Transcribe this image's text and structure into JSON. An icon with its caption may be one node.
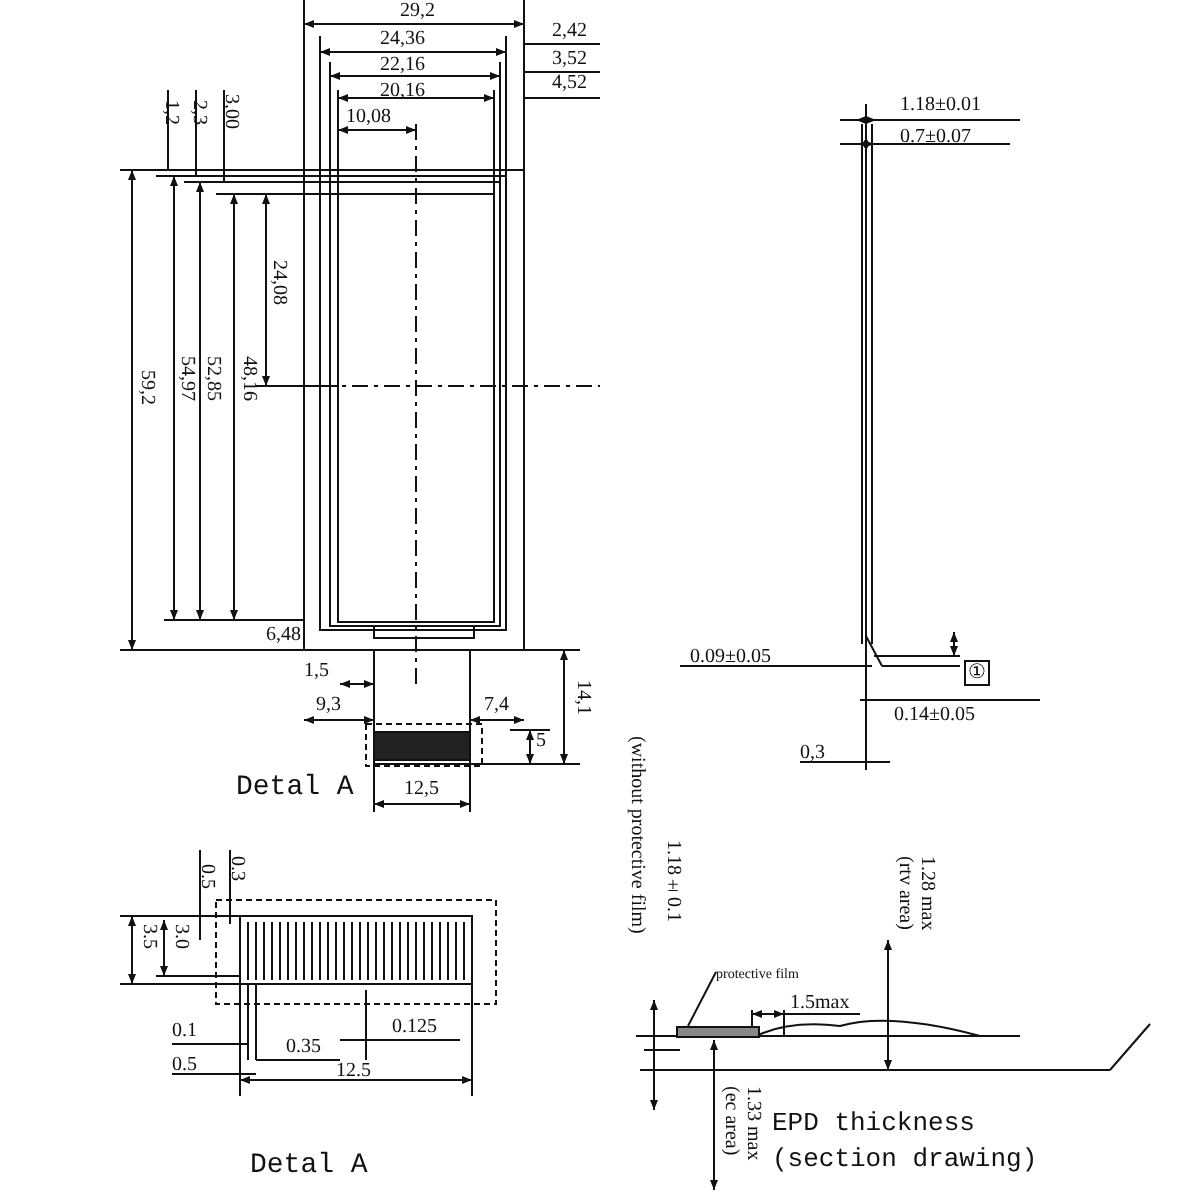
{
  "diagram": {
    "nodes": [
      {
        "text": [
          "protective film"
        ]
      },
      {
        "text": [],
        "shape": "bar"
      }
    ],
    "edges": [
      {
        "from": 0,
        "to": 1,
        "arrow": "none"
      }
    ],
    "labels": [
      "29,2",
      "24,36",
      "2,42",
      "22,16",
      "3,52",
      "20,16",
      "4,52",
      "1,2",
      "2,3",
      "3,00",
      "10,08",
      "1.18±0.01",
      "0.7±0.07",
      "24,08",
      "59,2",
      "54,97",
      "52,85",
      "48,16",
      "6,48",
      "0.09±0.05",
      "①",
      "0.14±0.05",
      "1,5",
      "9,3",
      "7,4",
      "14,1",
      "5",
      "0,3",
      "Detal A",
      "12,5",
      "(without protective film)",
      "1.18±0.1",
      "1.28 max (rtv area)",
      "0.5",
      "0.3",
      "3.5",
      "3.0",
      "1.5max",
      "0.1",
      "0.35",
      "0.125",
      "0.5",
      "12.5",
      "1.33 max (ec area)",
      "EPD thickness (section drawing)",
      "Detal A"
    ]
  }
}
